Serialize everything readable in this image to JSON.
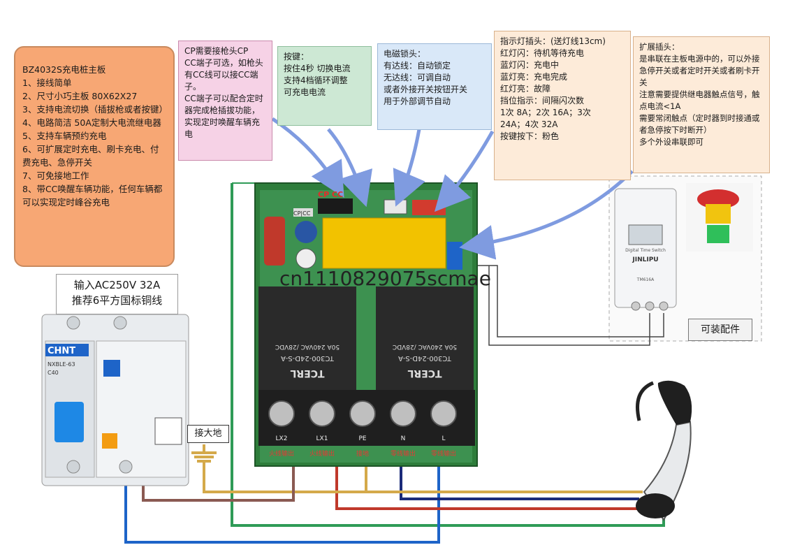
{
  "features": {
    "lines": [
      "BZ4032S充电桩主板",
      "1、接线简单",
      "2、尺寸小巧主板 80X62X27",
      "3、支持电流切换（插拔枪或者按键）",
      "4、电路简洁 50A定制大电流继电器",
      "5、支持车辆预约充电",
      "6、可扩展定时充电、刷卡充电、付费充电、急停开关",
      "7、可免接地工作",
      "8、带CC唤醒车辆功能，任何车辆都可以实现定时峰谷充电"
    ]
  },
  "cp_note": {
    "lines": [
      "CP需要接枪头CP",
      "CC端子可选，如枪头有CC线可以接CC端子。",
      "CC端子可以配合定时器完成枪插拔功能，实现定时唤醒车辆充电"
    ]
  },
  "button_note": {
    "lines": [
      "按键：",
      "按住4秒 切换电流",
      "支持4档循环调整",
      "可充电电流"
    ]
  },
  "lock_note": {
    "lines": [
      "电磁锁头：",
      "有达线：自动锁定",
      "无达线：可调自动",
      "或者外接开关按钮开关",
      "用于外部调节自动"
    ]
  },
  "indicator_note": {
    "lines": [
      "指示灯插头：(送灯线13cm)",
      "红灯闪：待机等待充电",
      "蓝灯闪：充电中",
      "蓝灯亮：充电完成",
      "红灯亮：故障",
      "挡位指示：间隔闪次数",
      "1次 8A；2次 16A；3次",
      "24A；4次 32A",
      "按键按下：粉色"
    ]
  },
  "ext_note": {
    "lines": [
      "扩展插头：",
      "是串联在主板电源中的，可以外接急停开关或者定时开关或者刷卡开关",
      "注意需要提供继电器触点信号，触点电流<1A",
      "需要常闭触点（定时器到时接通或者急停按下时断开）",
      "多个外设串联即可"
    ]
  },
  "input_note": {
    "line1": "输入AC250V 32A",
    "line2": "推荐6平方国标铜线"
  },
  "ground_label": "接大地",
  "accessory_label": "可装配件",
  "watermark": "cn1110829075scmae",
  "board": {
    "cp_label": "CP CC",
    "connector_label": "CP|CC",
    "relay_model": "TC300-24D-S-A",
    "relay_rating": "50A 240VAC /28VDC",
    "relay_brand": "TCERL",
    "terminal_labels": [
      "LX2",
      "LX1",
      "PE",
      "N",
      "L"
    ],
    "terminal_colors": [
      "火线输出",
      "火线输出",
      "接地",
      "零线输出",
      "零线输出"
    ]
  },
  "breaker": {
    "brand": "CHNT",
    "model": "NXBLE-63",
    "rating": "C40"
  },
  "timer": {
    "brand": "JINLIPU",
    "caption": "Digital Time Switch",
    "model": "TM616A"
  },
  "colors": {
    "wire_live": "#d4a94a",
    "wire_ground": "#8a5a52",
    "wire_blue": "#1e64c8",
    "wire_red": "#c0392b",
    "wire_navy": "#1b2b7a",
    "wire_green": "#2f9b57",
    "arrow": "#7f9be0"
  }
}
